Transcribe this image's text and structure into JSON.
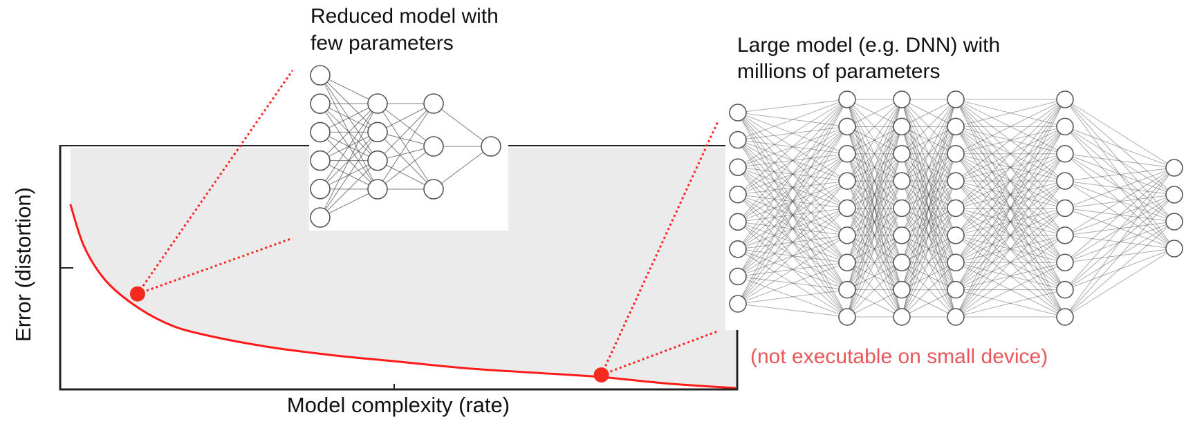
{
  "colors": {
    "curve": "#ff1a1a",
    "dot": "#f42a1e",
    "leader": "#ff2020",
    "region_fill": "#ebebeb",
    "axis": "#222222",
    "note": "#e8575a",
    "node_stroke": "#555555",
    "edge": "#444444"
  },
  "chart_data": {
    "type": "line",
    "title": "",
    "xlabel": "Model complexity (rate)",
    "ylabel": "Error (distortion)",
    "x_range": [
      0,
      1
    ],
    "y_range": [
      0,
      1
    ],
    "grid": false,
    "legend": "none",
    "x_ticks": [
      0.5
    ],
    "y_ticks": [
      0.5
    ],
    "shaded_region": "above-curve",
    "series": [
      {
        "name": "rate-distortion curve",
        "x": [
          0.01,
          0.03,
          0.06,
          0.1,
          0.15,
          0.2,
          0.3,
          0.4,
          0.5,
          0.6,
          0.7,
          0.8,
          0.9,
          1.0
        ],
        "y": [
          0.84,
          0.65,
          0.5,
          0.39,
          0.3,
          0.25,
          0.19,
          0.15,
          0.12,
          0.09,
          0.07,
          0.05,
          0.02,
          0.0
        ]
      }
    ],
    "highlighted_points": [
      {
        "name": "reduced-model-point",
        "x": 0.11,
        "y": 0.43
      },
      {
        "name": "large-model-point",
        "x": 0.8,
        "y": 0.06
      }
    ]
  },
  "annotations": {
    "reduced_model": {
      "lines": [
        "Reduced model with",
        "few parameters"
      ],
      "layers": [
        6,
        4,
        3,
        1
      ]
    },
    "large_model": {
      "lines": [
        "Large model (e.g. DNN) with",
        "millions of parameters"
      ],
      "layers": [
        8,
        9,
        9,
        9,
        9,
        4
      ]
    },
    "note": "(not executable on small device)"
  }
}
